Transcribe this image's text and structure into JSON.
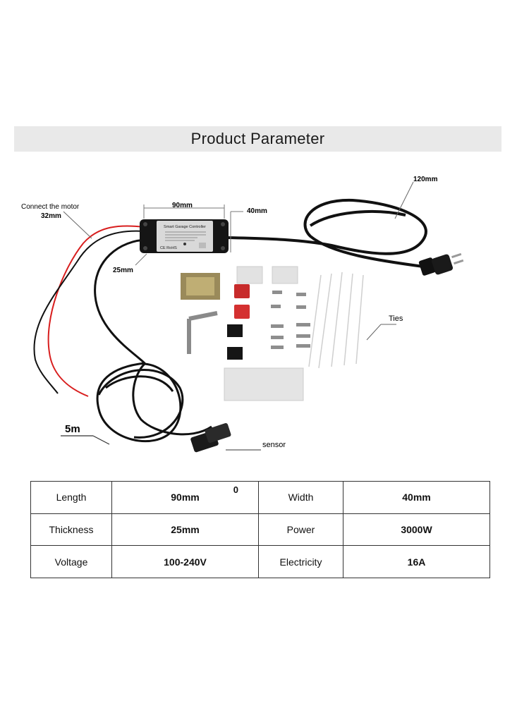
{
  "banner": {
    "title": "Product Parameter"
  },
  "diagram": {
    "labels": {
      "connect_motor": "Connect the motor",
      "wire_length": "32mm",
      "device_length": "90mm",
      "device_width": "40mm",
      "device_height": "25mm",
      "cord_length": "120mm",
      "ties": "Ties",
      "cable_length": "5m",
      "sensor": "sensor"
    },
    "device_text": {
      "title": "Smart Garage Controller",
      "ce": "CE RoHS"
    }
  },
  "params": {
    "rows": [
      {
        "k1": "Length",
        "v1": "90mm",
        "extra": "0",
        "k2": "Width",
        "v2": "40mm"
      },
      {
        "k1": "Thickness",
        "v1": "25mm",
        "extra": "",
        "k2": "Power",
        "v2": "3000W"
      },
      {
        "k1": "Voltage",
        "v1": "100-240V",
        "extra": "",
        "k2": "Electricity",
        "v2": "16A"
      }
    ]
  }
}
